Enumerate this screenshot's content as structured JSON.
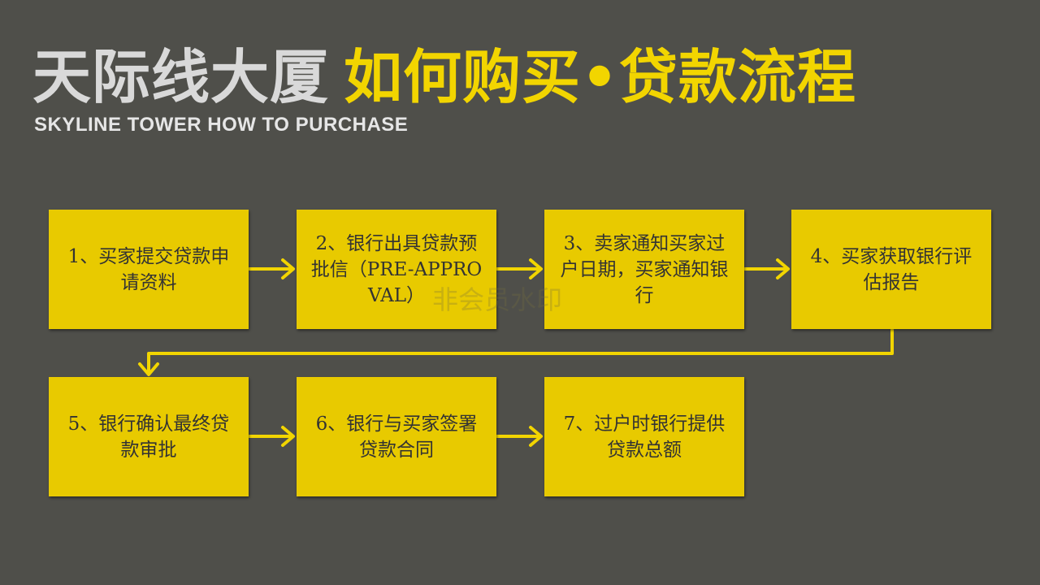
{
  "title": {
    "main": "天际线大厦",
    "accent": "如何购买•贷款流程",
    "subtitle": "SKYLINE TOWER HOW TO PURCHASE"
  },
  "steps": [
    {
      "text": "1、买家提交贷款申请资料"
    },
    {
      "text": "2、银行出具贷款预批信（PRE-APPROVAL）"
    },
    {
      "text": "3、卖家通知买家过户日期，买家通知银行"
    },
    {
      "text": "4、买家获取银行评估报告"
    },
    {
      "text": "5、银行确认最终贷款审批"
    },
    {
      "text": "6、银行与买家签署贷款合同"
    },
    {
      "text": "7、过户时银行提供贷款总额"
    }
  ],
  "watermark": "非会员水印",
  "colors": {
    "background": "#4f4f4a",
    "box": "#e8ca00",
    "accent_title": "#f2d500",
    "arrow": "#f2d500",
    "title": "#d9d9d9"
  }
}
